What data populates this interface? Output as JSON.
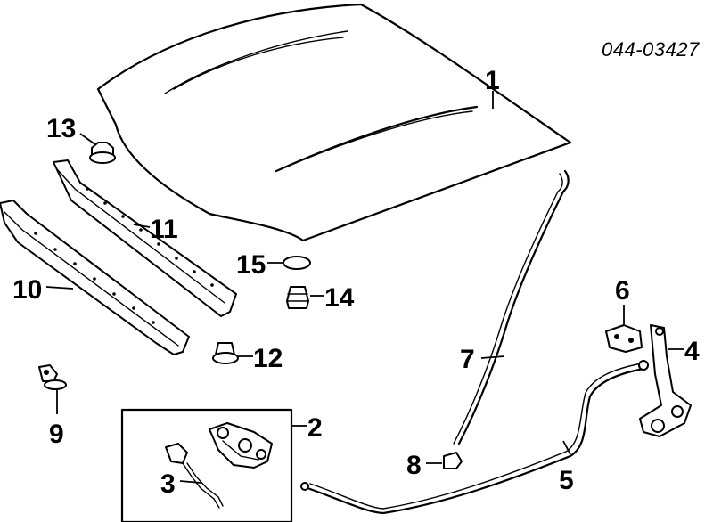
{
  "diagram": {
    "part_number": "044-03427",
    "callouts": {
      "hood": "1",
      "lock_assy": "2",
      "lock_sub": "3",
      "hinge": "4",
      "release_cable": "5",
      "bracket": "6",
      "support_rod": "7",
      "rod_holder": "8",
      "clip": "9",
      "seal_front": "10",
      "seal_rear": "11",
      "clip_a": "12",
      "bumper_a": "13",
      "bumper_b": "14",
      "pad": "15"
    }
  }
}
